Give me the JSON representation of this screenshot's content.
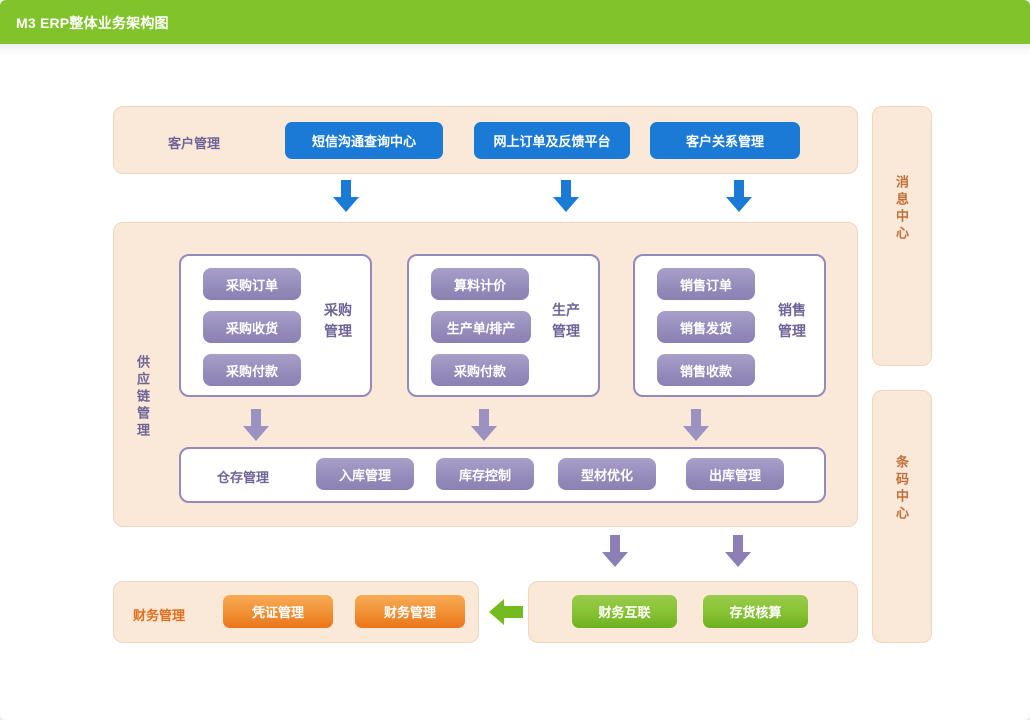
{
  "header": {
    "title": "M3 ERP整体业务架构图",
    "bar_color": "#81c32a"
  },
  "colors": {
    "panel_bg": "#fae8d8",
    "panel_border": "#f0d6bf",
    "blue": "#1a7ad6",
    "purple": "#9389bb",
    "purple_text": "#6f6497",
    "orange": "#ea741a",
    "green": "#81c32a",
    "customer_label": "#6f6497",
    "finance_label": "#e0701b",
    "sidebar_label": "#c0703a"
  },
  "customer_section": {
    "label": "客户管理",
    "items": [
      {
        "label": "短信沟通查询中心"
      },
      {
        "label": "网上订单及反馈平台"
      },
      {
        "label": "客户关系管理"
      }
    ]
  },
  "supply_chain": {
    "label": "供应链管理",
    "groups": [
      {
        "title": "采购\n管理",
        "items": [
          {
            "label": "采购订单"
          },
          {
            "label": "采购收货"
          },
          {
            "label": "采购付款"
          }
        ]
      },
      {
        "title": "生产\n管理",
        "items": [
          {
            "label": "算料计价"
          },
          {
            "label": "生产单/排产"
          },
          {
            "label": "采购付款"
          }
        ]
      },
      {
        "title": "销售\n管理",
        "items": [
          {
            "label": "销售订单"
          },
          {
            "label": "销售发货"
          },
          {
            "label": "销售收款"
          }
        ]
      }
    ],
    "warehouse": {
      "label": "仓存管理",
      "items": [
        {
          "label": "入库管理"
        },
        {
          "label": "库存控制"
        },
        {
          "label": "型材优化"
        },
        {
          "label": "出库管理"
        }
      ]
    }
  },
  "finance_section": {
    "label": "财务管理",
    "items": [
      {
        "label": "凭证管理"
      },
      {
        "label": "财务管理"
      }
    ]
  },
  "accounting_section": {
    "items": [
      {
        "label": "财务互联"
      },
      {
        "label": "存货核算"
      }
    ]
  },
  "sidebars": [
    {
      "label": "消息中心"
    },
    {
      "label": "条码中心"
    }
  ],
  "arrows": {
    "blue_down_count": 3,
    "purple_down_top_count": 3,
    "purple_down_bottom_count": 2,
    "green_left_count": 1
  }
}
